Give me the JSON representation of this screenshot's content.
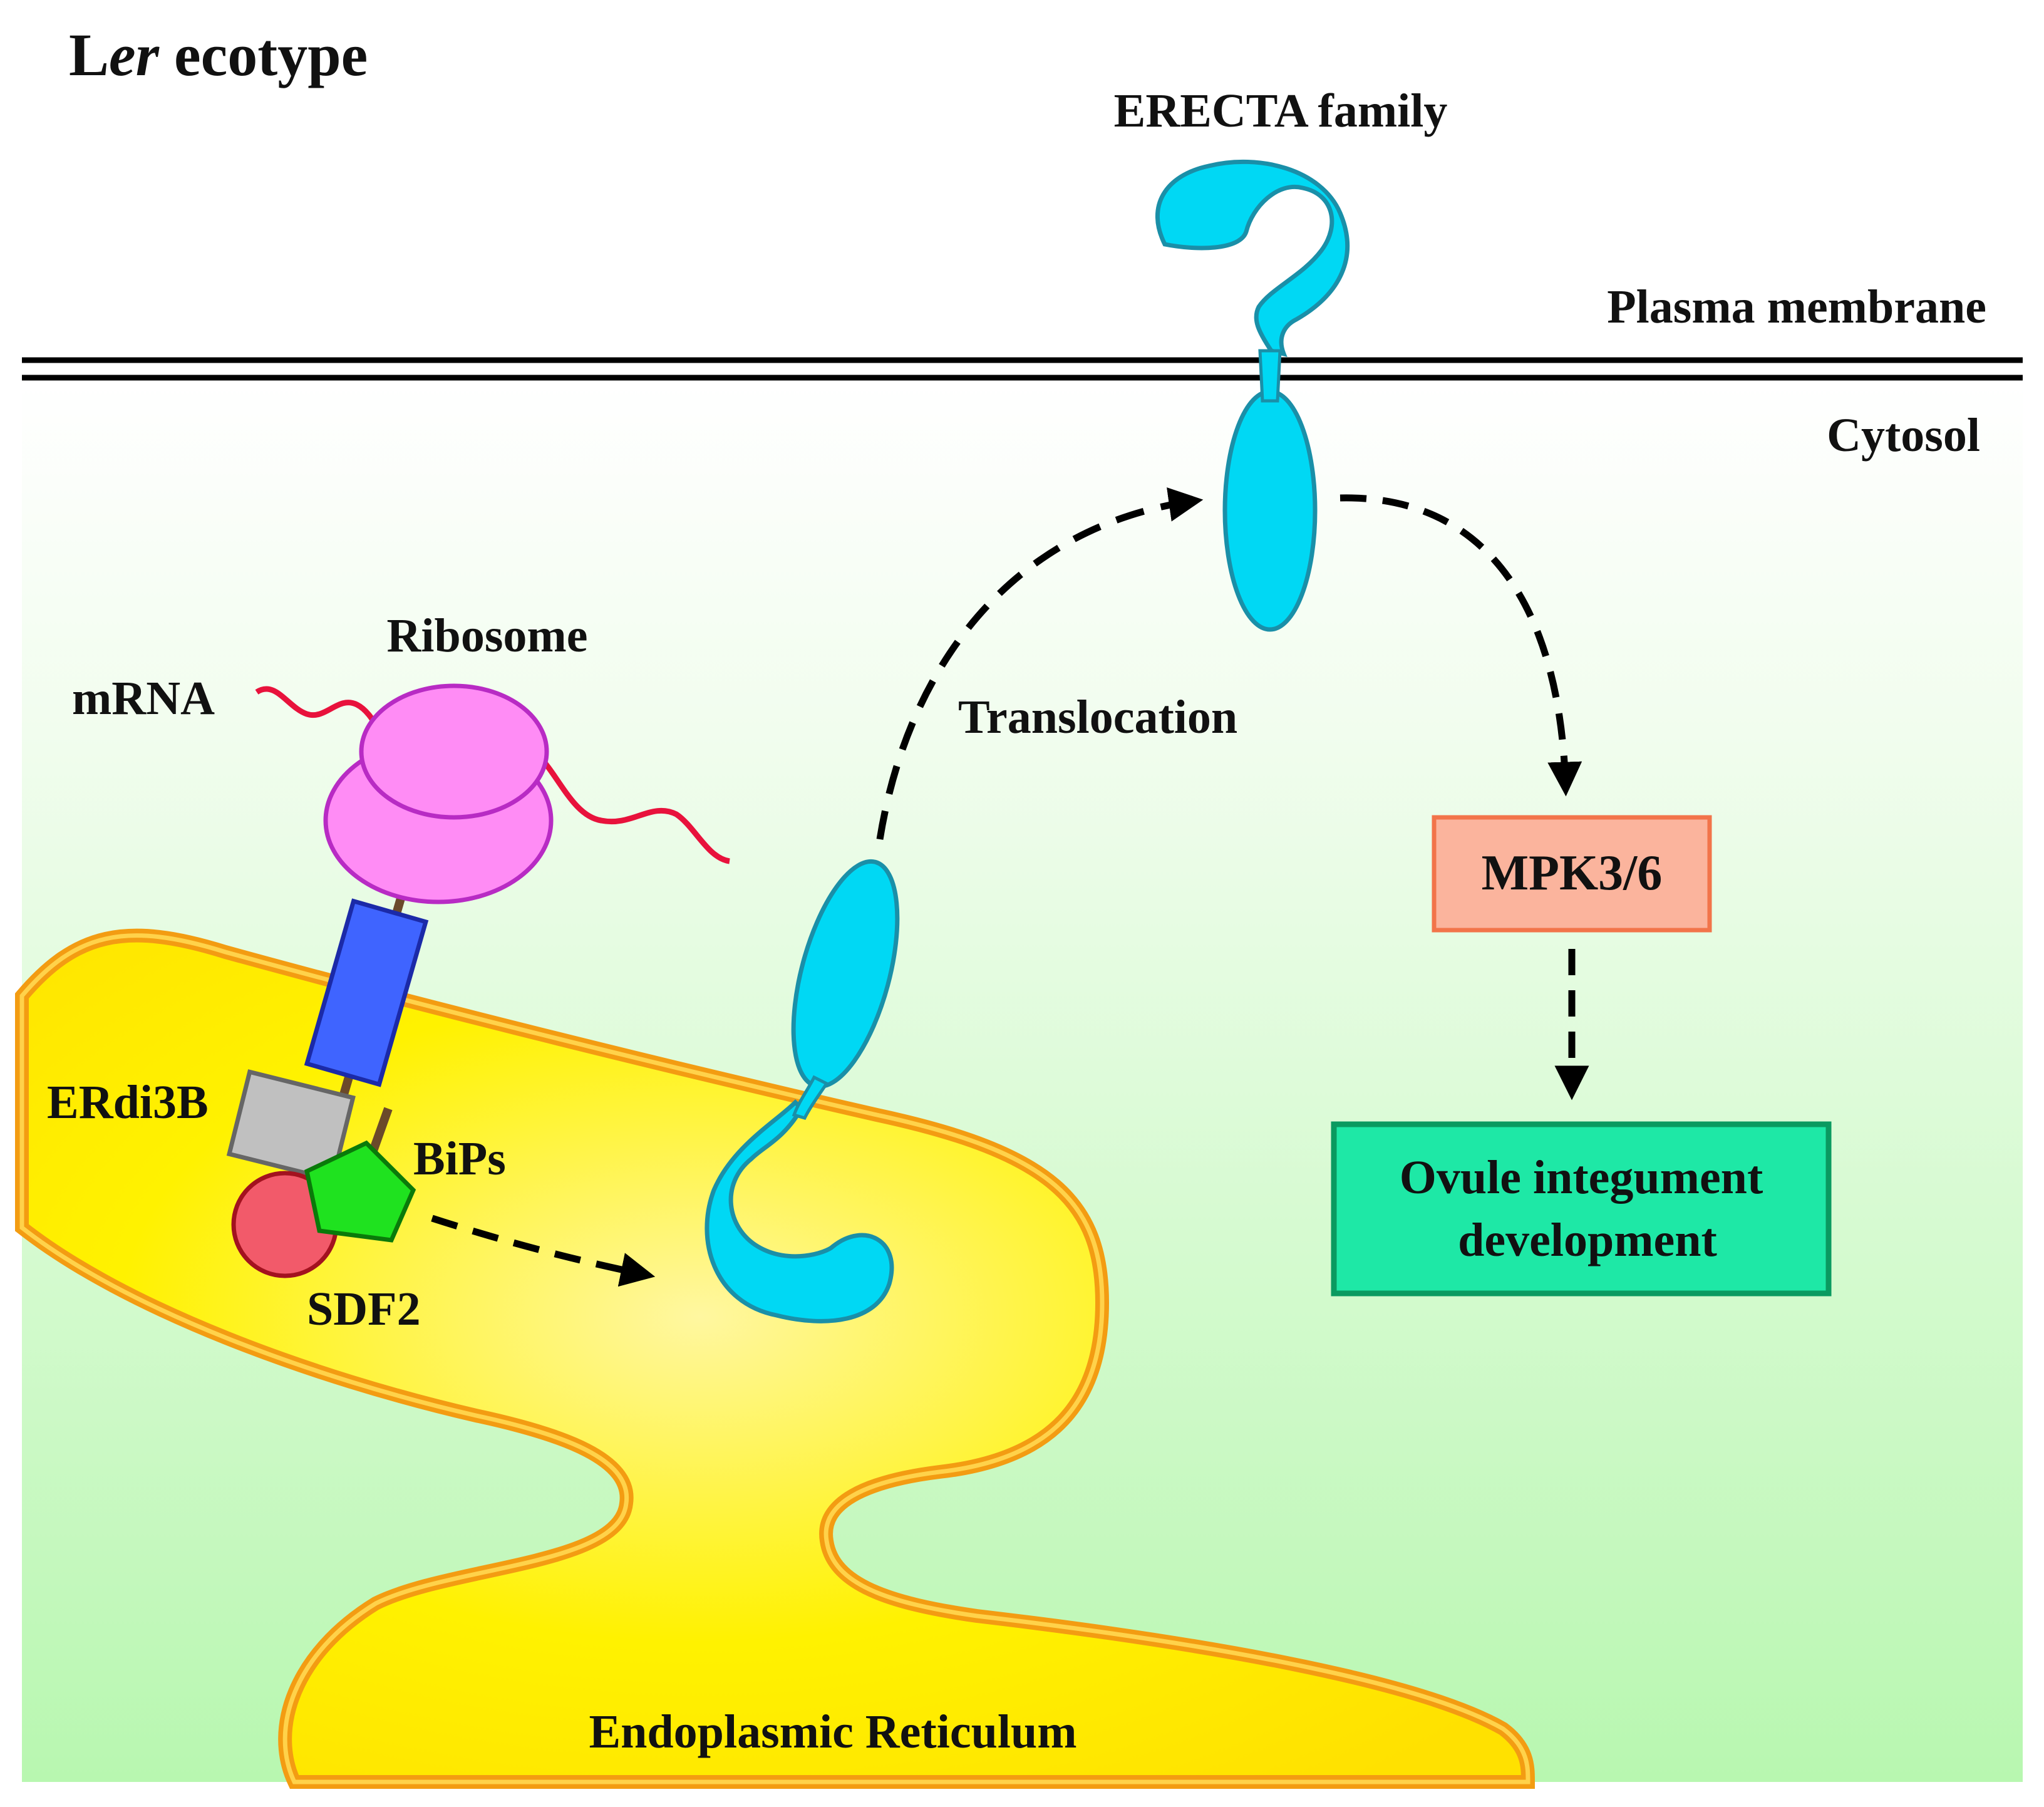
{
  "title": {
    "prefix": "L",
    "italic": "er",
    "suffix": " ecotype"
  },
  "labels": {
    "erecta_family": "ERECTA family",
    "plasma_membrane": "Plasma membrane",
    "cytosol": "Cytosol",
    "ribosome": "Ribosome",
    "mrna": "mRNA",
    "translocation": "Translocation",
    "erdi3b": "ERdi3B",
    "bips": "BiPs",
    "sdf2": "SDF2",
    "endoplasmic_reticulum": "Endoplasmic Reticulum"
  },
  "boxes": {
    "mpk": "MPK3/6",
    "ovule_line1": "Ovule integument",
    "ovule_line2": "development"
  },
  "colors": {
    "cytosol_top": "#ffffff",
    "cytosol_bottom": "#b8f7b0",
    "er_fill": "#fff200",
    "er_outline": "#f39c12",
    "erecta": "#00d8f4",
    "erecta_outline": "#1a8fa8",
    "ribosome": "#ff8cf5",
    "ribosome_outline": "#b82bc4",
    "mrna": "#e8123c",
    "blue_block": "#3f64ff",
    "blue_block_outline": "#1b2aa8",
    "erdi3b": "#c0c0c0",
    "bips": "#1fe21f",
    "sdf2": "#f25a6a",
    "mpk_fill": "#fbb49d",
    "mpk_outline": "#f2744a",
    "ovule_fill": "#1ee8a6",
    "ovule_outline": "#0a9a60"
  }
}
